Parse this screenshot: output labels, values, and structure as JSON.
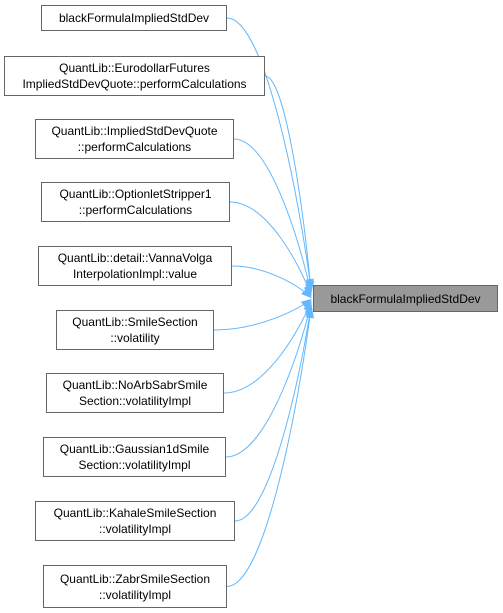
{
  "target": {
    "label": "blackFormulaImpliedStdDev"
  },
  "callers": [
    {
      "lines": [
        "blackFormulaImpliedStdDev"
      ]
    },
    {
      "lines": [
        "QuantLib::EurodollarFutures",
        "ImpliedStdDevQuote::performCalculations"
      ]
    },
    {
      "lines": [
        "QuantLib::ImpliedStdDevQuote",
        "::performCalculations"
      ]
    },
    {
      "lines": [
        "QuantLib::OptionletStripper1",
        "::performCalculations"
      ]
    },
    {
      "lines": [
        "QuantLib::detail::VannaVolga",
        "InterpolationImpl::value"
      ]
    },
    {
      "lines": [
        "QuantLib::SmileSection",
        "::volatility"
      ]
    },
    {
      "lines": [
        "QuantLib::NoArbSabrSmile",
        "Section::volatilityImpl"
      ]
    },
    {
      "lines": [
        "QuantLib::Gaussian1dSmile",
        "Section::volatilityImpl"
      ]
    },
    {
      "lines": [
        "QuantLib::KahaleSmileSection",
        "::volatilityImpl"
      ]
    },
    {
      "lines": [
        "QuantLib::ZabrSmileSection",
        "::volatilityImpl"
      ]
    }
  ],
  "colors": {
    "edge": "#63b8ff",
    "node_border": "#666666",
    "target_fill": "#999999"
  }
}
